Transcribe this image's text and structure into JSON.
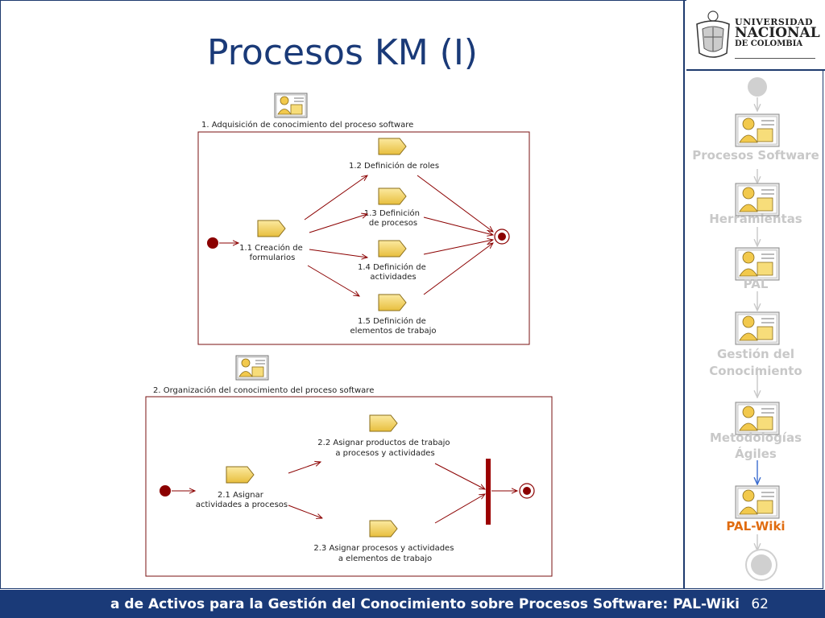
{
  "slide": {
    "title": "Procesos KM (I)",
    "page_number": "62",
    "footer_text": "a de Activos para la Gestión del Conocimiento sobre Procesos Software: PAL-Wiki"
  },
  "logo": {
    "line1": "UNIVERSIDAD",
    "line2": "NACIONAL",
    "line3": "DE COLOMBIA"
  },
  "sidebar": {
    "items": [
      {
        "label": "Procesos Software"
      },
      {
        "label": "Herramientas"
      },
      {
        "label": "PAL"
      },
      {
        "label": "Gestión del"
      },
      {
        "label": "Conocimiento"
      },
      {
        "label": "Metodologías"
      },
      {
        "label": "Ágiles"
      },
      {
        "label": "PAL-Wiki"
      }
    ],
    "active_color": "#e06c10",
    "inactive_color": "#c8c8c8"
  },
  "diagram1": {
    "title": "1. Adquisición de conocimiento del proceso software",
    "a1": [
      "1.1 Creación de",
      "formularios"
    ],
    "a2": [
      "1.2 Definición de roles"
    ],
    "a3": [
      "1.3 Definición",
      "de procesos"
    ],
    "a4": [
      "1.4 Definición de",
      "actividades"
    ],
    "a5": [
      "1.5 Definición de",
      "elementos de trabajo"
    ]
  },
  "diagram2": {
    "title": "2. Organización del conocimiento del proceso software",
    "a1": [
      "2.1 Asignar",
      "actividades a procesos"
    ],
    "a2": [
      "2.2 Asignar productos de trabajo",
      "a procesos y actividades"
    ],
    "a3": [
      "2.3 Asignar procesos y actividades",
      "a elementos de trabajo"
    ]
  },
  "colors": {
    "navy": "#1a3a78",
    "node_red": "#8b0000",
    "activity_fill": "#f2d56b"
  }
}
